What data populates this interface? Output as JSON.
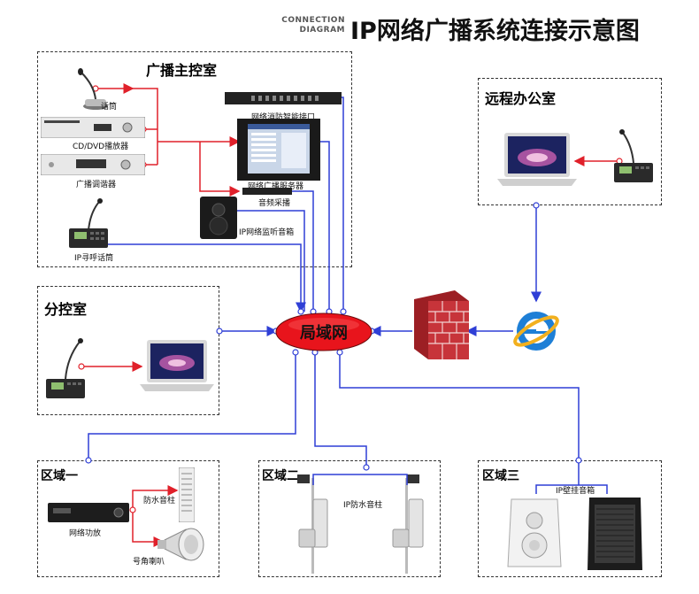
{
  "header": {
    "small_line1": "CONNECTION",
    "small_line2": "DIAGRAM",
    "title": "IP网络广播系统连接示意图"
  },
  "main_control": {
    "title": "广播主控室",
    "devices": {
      "microphone": "话筒",
      "cd_player": "CD/DVD播放器",
      "tuner": "广播调谐器",
      "fire_interface": "网络消防智能接口",
      "server": "网络广播服务器",
      "audio_capture": "音频采播",
      "monitor_speaker": "IP网络监听音箱",
      "ip_paging_mic": "IP寻呼话筒"
    }
  },
  "remote_office": {
    "title": "远程办公室"
  },
  "sub_control": {
    "title": "分控室"
  },
  "lan": {
    "label": "局域网"
  },
  "zone1": {
    "title": "区域一",
    "amplifier": "网络功放",
    "column_speaker": "防水音柱",
    "horn_speaker": "号角喇叭"
  },
  "zone2": {
    "title": "区域二",
    "speaker_label": "IP防水音柱"
  },
  "zone3": {
    "title": "区域三",
    "speaker_label": "IP壁挂音箱"
  },
  "colors": {
    "blue_line": "#2f3fd6",
    "red_line": "#e0202a",
    "lan_fill": "#e8141c",
    "firewall": "#b3262a"
  }
}
